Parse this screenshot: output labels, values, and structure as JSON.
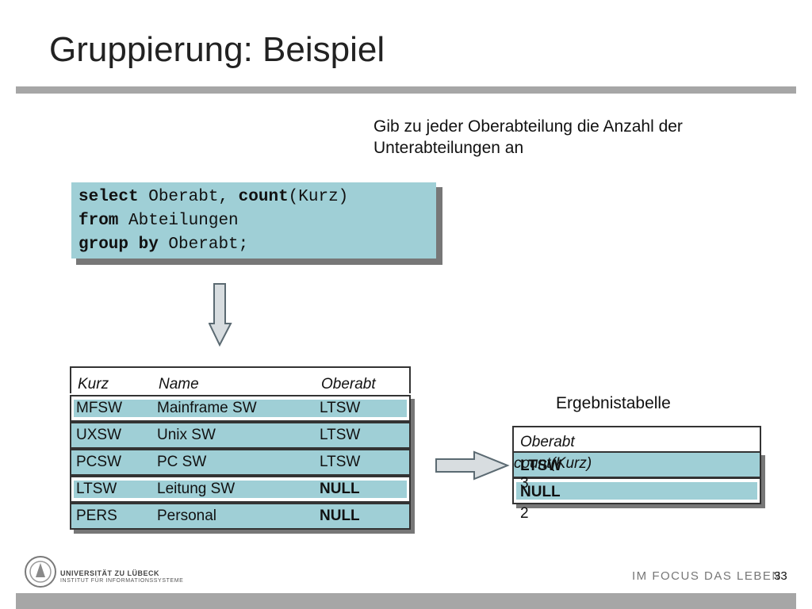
{
  "title": "Gruppierung: Beispiel",
  "question": "Gib zu jeder Oberabteilung die Anzahl der Unterabteilungen an",
  "sql": {
    "line1": {
      "kw1": "select",
      "t1": " Oberabt, ",
      "kw2": "count",
      "t2": "(Kurz)"
    },
    "line2": {
      "kw": "from",
      "t": " Abteilungen"
    },
    "line3": {
      "kw": "group by",
      "t": " Oberabt;"
    }
  },
  "source_table": {
    "headers": [
      "Kurz",
      "Name",
      "Oberabt"
    ],
    "rows": [
      {
        "kurz": "MFSW",
        "name": "Mainframe SW",
        "oberabt": "LTSW"
      },
      {
        "kurz": "UXSW",
        "name": "Unix SW",
        "oberabt": "LTSW"
      },
      {
        "kurz": "PCSW",
        "name": "PC SW",
        "oberabt": "LTSW"
      },
      {
        "kurz": "LTSW",
        "name": "Leitung SW",
        "oberabt": "NULL"
      },
      {
        "kurz": "PERS",
        "name": "Personal",
        "oberabt": "NULL"
      }
    ]
  },
  "result": {
    "label": "Ergebnistabelle",
    "header_col1": "Oberabt",
    "header_col2": "count(Kurz)",
    "rows": [
      {
        "oberabt": "LTSW",
        "count": "3"
      },
      {
        "oberabt": "NULL",
        "count": "2"
      }
    ]
  },
  "footer": {
    "university": "UNIVERSITÄT ZU LÜBECK",
    "institute": "INSTITUT FÜR INFORMATIONSSYSTEME",
    "motto": "IM FOCUS DAS LEBEN",
    "page": "33"
  },
  "colors": {
    "cell_fill": "#9fcfd6",
    "rule": "#a6a6a6"
  }
}
